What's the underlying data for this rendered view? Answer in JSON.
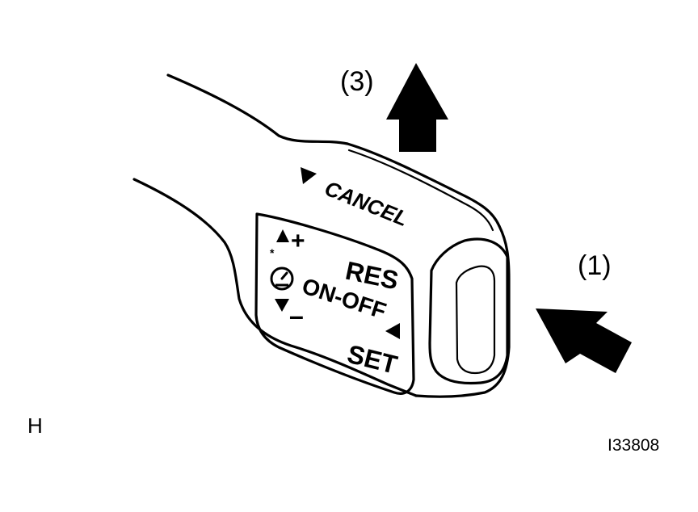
{
  "callouts": {
    "push_button": "(1)",
    "pull_up": "(3)"
  },
  "switch_labels": {
    "cancel": "CANCEL",
    "plus": "+",
    "minus": "–",
    "res": "RES",
    "on_off": "ON-OFF",
    "set": "SET"
  },
  "corner_mark": "H",
  "figure_id": "I33808",
  "icons": [
    "cruise-control-speedometer-icon",
    "triangle-up-icon",
    "triangle-down-icon",
    "triangle-left-icon",
    "arrow-up-icon",
    "arrow-diagonal-icon"
  ],
  "colors": {
    "ink": "#000000",
    "paper": "#ffffff"
  }
}
